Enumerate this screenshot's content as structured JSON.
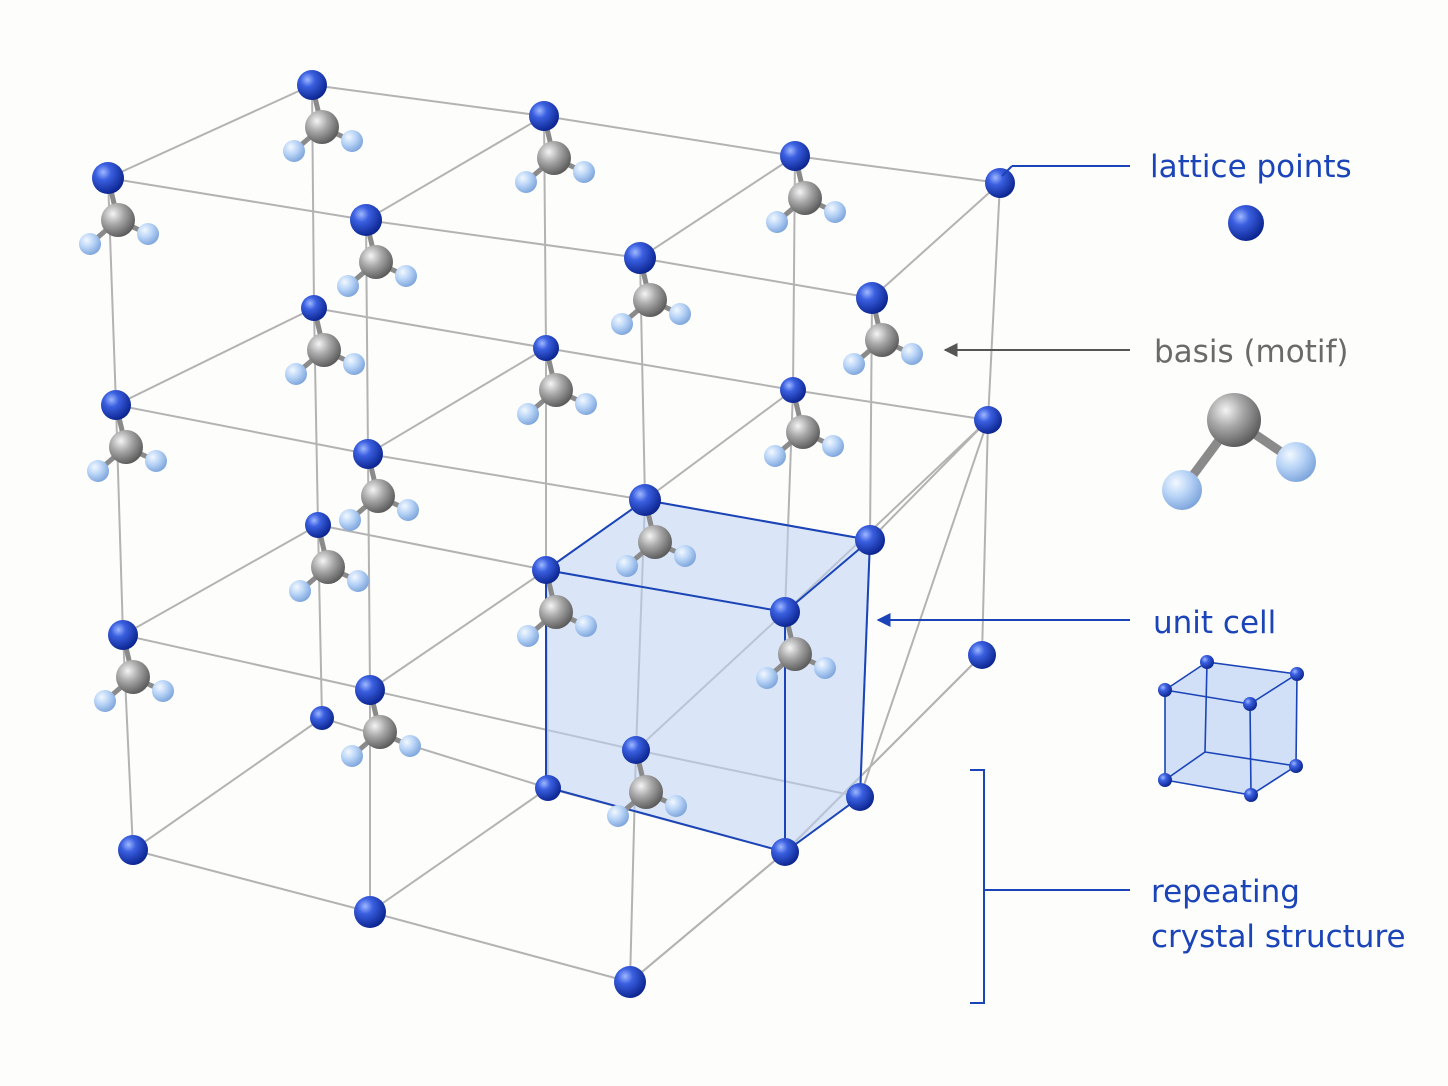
{
  "labels": {
    "lattice_points": "lattice points",
    "basis": "basis (motif)",
    "unit_cell": "unit cell",
    "repeating_line1": "repeating",
    "repeating_line2": "crystal structure"
  },
  "colors": {
    "lattice_point": "#1f3fc0",
    "accent_blue": "#1a44b8",
    "basis_label": "#6a6a6a",
    "carbon_gray": "#9a9a9a",
    "hydrogen_light_blue": "#b7d3f6",
    "lattice_line": "#b3b3b3",
    "unit_cell_fill": "#bdd3f3"
  },
  "icons": [
    "lattice-point-sphere",
    "basis-molecule",
    "unit-cell-cube"
  ]
}
